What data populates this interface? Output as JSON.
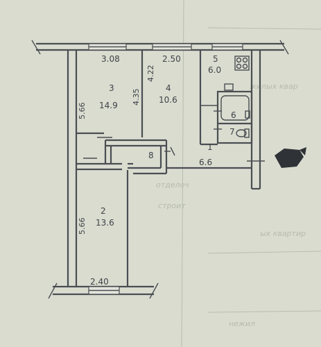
{
  "rooms": [
    {
      "id": "room-3",
      "number": "3",
      "area": "14.9",
      "width": "3.08",
      "length": "5.66",
      "inner_length": "4.35"
    },
    {
      "id": "room-4",
      "number": "4",
      "area": "10.6",
      "width": "2.50",
      "length": "4.22"
    },
    {
      "id": "room-5",
      "number": "5",
      "area": "6.0"
    },
    {
      "id": "room-6",
      "number": "6"
    },
    {
      "id": "room-7",
      "number": "7"
    },
    {
      "id": "room-1",
      "number": "1",
      "area": "6.6"
    },
    {
      "id": "room-8",
      "number": "8"
    },
    {
      "id": "room-2",
      "number": "2",
      "area": "13.6",
      "width": "2.40",
      "length": "5.66"
    }
  ],
  "colors": {
    "paper": "#d9dccf",
    "ink": "#4a4d52",
    "stain": "#2f3236"
  },
  "icons": [
    "stove-icon",
    "bathtub-icon",
    "toilet-icon",
    "sink-icon",
    "entrance-mark-icon"
  ]
}
